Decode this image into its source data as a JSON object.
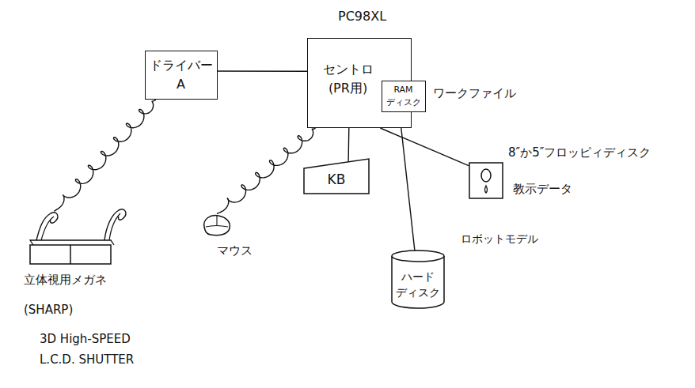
{
  "diagram": {
    "nodes": [
      {
        "text": [
          "PC98XL",
          "セントロ (PR用)"
        ]
      },
      {
        "text": [
          "RAM ディスク"
        ],
        "in": 0
      },
      {
        "text": [
          "ドライバー A"
        ]
      },
      {
        "text": [
          "立体視用メガネ"
        ]
      },
      {
        "text": [
          "マウス"
        ]
      },
      {
        "text": [
          "KB"
        ]
      },
      {
        "text": [
          "8″か5″フロッピィディスク",
          "教示データ"
        ]
      },
      {
        "text": [
          "ハード ディスク",
          "ロボットモデル"
        ]
      }
    ],
    "edges": [
      {
        "from": 2,
        "to": 0,
        "arrow": "none"
      },
      {
        "from": 2,
        "to": 3,
        "arrow": "none"
      },
      {
        "from": 0,
        "to": 4,
        "arrow": "none"
      },
      {
        "from": 0,
        "to": 5,
        "arrow": "none"
      },
      {
        "from": 0,
        "to": 6,
        "arrow": "none"
      },
      {
        "from": 0,
        "to": 7,
        "arrow": "none"
      }
    ],
    "labels": [
      "ワークファイル",
      "(SHARP)",
      "3D High-SPEED",
      "L.C.D. SHUTTER"
    ]
  }
}
